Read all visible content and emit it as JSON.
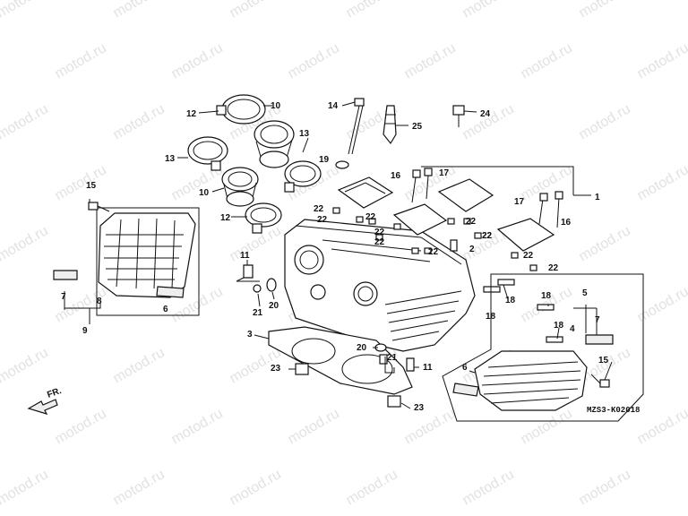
{
  "diagram": {
    "watermark": "motod.ru",
    "code": "MZS3-K02018",
    "front_label": "FR.",
    "callouts": [
      {
        "id": "c12a",
        "text": "12"
      },
      {
        "id": "c10a",
        "text": "10"
      },
      {
        "id": "c13a",
        "text": "13"
      },
      {
        "id": "c13b",
        "text": "13"
      },
      {
        "id": "c10b",
        "text": "10"
      },
      {
        "id": "c12b",
        "text": "12"
      },
      {
        "id": "c14",
        "text": "14"
      },
      {
        "id": "c25",
        "text": "25"
      },
      {
        "id": "c24",
        "text": "24"
      },
      {
        "id": "c19",
        "text": "19"
      },
      {
        "id": "c16a",
        "text": "16"
      },
      {
        "id": "c17a",
        "text": "17"
      },
      {
        "id": "c1",
        "text": "1"
      },
      {
        "id": "c17b",
        "text": "17"
      },
      {
        "id": "c16b",
        "text": "16"
      },
      {
        "id": "c22a",
        "text": "22"
      },
      {
        "id": "c22b",
        "text": "22"
      },
      {
        "id": "c22c",
        "text": "22"
      },
      {
        "id": "c22d",
        "text": "22"
      },
      {
        "id": "c22e",
        "text": "22"
      },
      {
        "id": "c22f",
        "text": "22"
      },
      {
        "id": "c22g",
        "text": "22"
      },
      {
        "id": "c22h",
        "text": "22"
      },
      {
        "id": "c22i",
        "text": "22"
      },
      {
        "id": "c22j",
        "text": "22"
      },
      {
        "id": "c22k",
        "text": "22"
      },
      {
        "id": "c2",
        "text": "2"
      },
      {
        "id": "c15a",
        "text": "15"
      },
      {
        "id": "c7a",
        "text": "7"
      },
      {
        "id": "c8",
        "text": "8"
      },
      {
        "id": "c9",
        "text": "9"
      },
      {
        "id": "c6a",
        "text": "6"
      },
      {
        "id": "c11a",
        "text": "11"
      },
      {
        "id": "c21a",
        "text": "21"
      },
      {
        "id": "c20a",
        "text": "20"
      },
      {
        "id": "c3",
        "text": "3"
      },
      {
        "id": "c20b",
        "text": "20"
      },
      {
        "id": "c21b",
        "text": "21"
      },
      {
        "id": "c11b",
        "text": "11"
      },
      {
        "id": "c23a",
        "text": "23"
      },
      {
        "id": "c23b",
        "text": "23"
      },
      {
        "id": "c18a",
        "text": "18"
      },
      {
        "id": "c18b",
        "text": "18"
      },
      {
        "id": "c18c",
        "text": "18"
      },
      {
        "id": "c18d",
        "text": "18"
      },
      {
        "id": "c5",
        "text": "5"
      },
      {
        "id": "c4",
        "text": "4"
      },
      {
        "id": "c7b",
        "text": "7"
      },
      {
        "id": "c15b",
        "text": "15"
      },
      {
        "id": "c6b",
        "text": "6"
      }
    ]
  }
}
